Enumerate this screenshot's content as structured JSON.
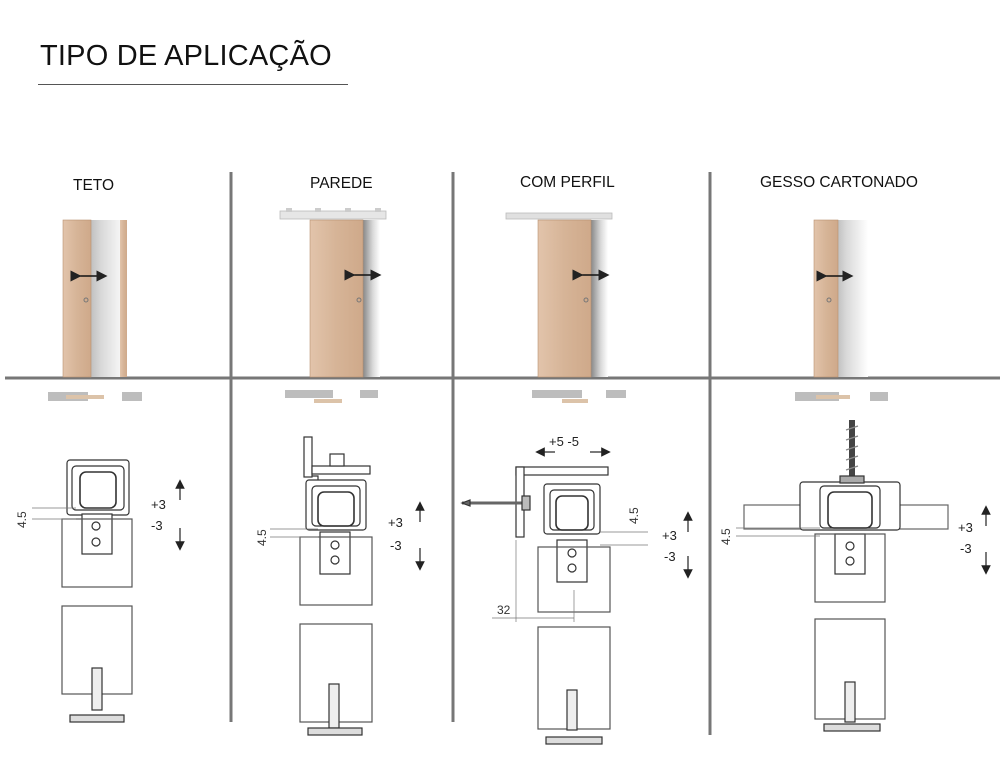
{
  "header": {
    "title": "TIPO DE APLICAÇÃO"
  },
  "columns": [
    {
      "label": "TETO",
      "dims": {
        "gap": "4.5",
        "plus": "+3",
        "minus": "-3"
      }
    },
    {
      "label": "PAREDE",
      "dims": {
        "gap": "4.5",
        "plus": "+3",
        "minus": "-3"
      }
    },
    {
      "label": "COM PERFIL",
      "dims": {
        "gap": "4.5",
        "plus": "+3",
        "minus": "-3",
        "lateral": "+5 -5",
        "offset": "32"
      }
    },
    {
      "label": "GESSO CARTONADO",
      "dims": {
        "gap": "4.5",
        "plus": "+3",
        "minus": "-3"
      }
    }
  ],
  "colors": {
    "wood": "#d9b9a0",
    "wood_edge": "#b8906f",
    "metal": "#9a9a9a",
    "line": "#666666"
  }
}
